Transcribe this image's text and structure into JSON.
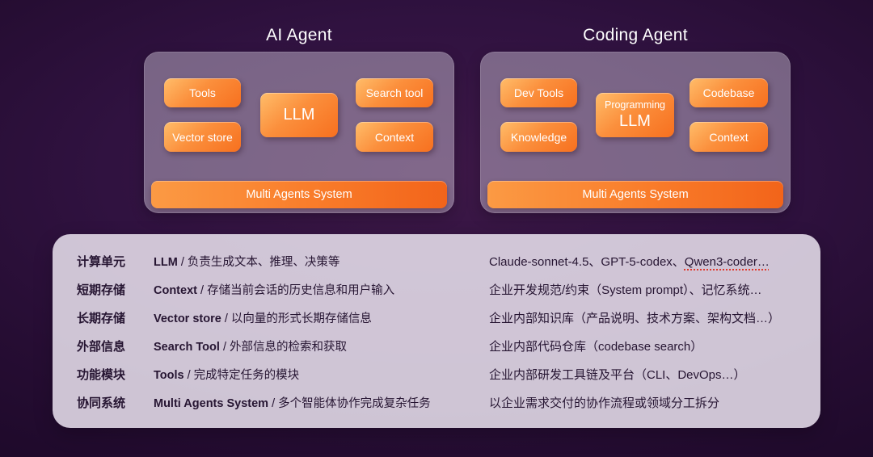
{
  "colors": {
    "background_center": "#3d1847",
    "background_edge": "#1d0929",
    "accent_orange_light": "#ffbd6a",
    "accent_orange_deep": "#f7701f",
    "card_tint": "rgba(233,225,240,0.40)",
    "panel_tint": "rgba(236,229,241,0.85)",
    "panel_text": "#261532",
    "underline_red": "#e0392c"
  },
  "panels": [
    {
      "title": "AI Agent",
      "buttons": {
        "top_left": "Tools",
        "bottom_left": "Vector store",
        "center_line1": "",
        "center_line2": "LLM",
        "top_right": "Search tool",
        "bottom_right": "Context"
      },
      "bar": "Multi Agents System"
    },
    {
      "title": "Coding Agent",
      "buttons": {
        "top_left": "Dev Tools",
        "bottom_left": "Knowledge",
        "center_line1": "Programming",
        "center_line2": "LLM",
        "top_right": "Codebase",
        "bottom_right": "Context"
      },
      "bar": "Multi Agents System"
    }
  ],
  "table": {
    "rows": [
      {
        "label": "计算单元",
        "term": "LLM",
        "desc": " / 负责生成文本、推理、决策等",
        "coding": "Claude-sonnet-4.5、GPT-5-codex、",
        "coding_marked": "Qwen3-coder…"
      },
      {
        "label": "短期存储",
        "term": "Context",
        "desc": " / 存储当前会话的历史信息和用户输入",
        "coding": "企业开发规范/约束（System prompt）、记忆系统…"
      },
      {
        "label": "长期存储",
        "term": "Vector store",
        "desc": " / 以向量的形式长期存储信息",
        "coding": "企业内部知识库（产品说明、技术方案、架构文档…）"
      },
      {
        "label": "外部信息",
        "term": "Search Tool",
        "desc": " / 外部信息的检索和获取",
        "coding": "企业内部代码仓库（codebase search）"
      },
      {
        "label": "功能模块",
        "term": "Tools",
        "desc": " / 完成特定任务的模块",
        "coding": "企业内部研发工具链及平台（CLI、DevOps…）"
      },
      {
        "label": "协同系统",
        "term": "Multi Agents System",
        "desc": " / 多个智能体协作完成复杂任务",
        "coding": "以企业需求交付的协作流程或领域分工拆分"
      }
    ]
  }
}
